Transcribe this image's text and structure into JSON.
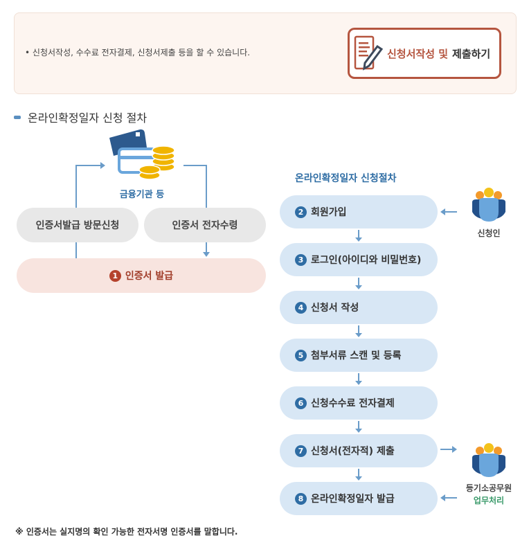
{
  "top": {
    "description": "신청서작성, 수수료 전자결제, 신청서제출 등을 할 수 있습니다.",
    "button_part1": "신청서작성 및",
    "button_part2": "제출하기"
  },
  "section_title": "온라인확정일자 신청 절차",
  "left": {
    "institution": "금융기관 등",
    "visit": "인증서발급 방문신청",
    "receive": "인증서 전자수령",
    "issue_num": "1",
    "issue": "인증서 발급"
  },
  "right": {
    "title": "온라인확정일자 신청절차",
    "steps": [
      {
        "num": "2",
        "label": "회원가입"
      },
      {
        "num": "3",
        "label": "로그인(아이디와 비밀번호)"
      },
      {
        "num": "4",
        "label": "신청서 작성"
      },
      {
        "num": "5",
        "label": "첨부서류 스캔 및 등록"
      },
      {
        "num": "6",
        "label": "신청수수료 전자결제"
      },
      {
        "num": "7",
        "label": "신청서(전자적) 제출"
      },
      {
        "num": "8",
        "label": "온라인확정일자 발급"
      }
    ],
    "applicant": "신청인",
    "official": "등기소공무원",
    "official_sub": "업무처리"
  },
  "footnote": "※ 인증서는 실지명의 확인 가능한 전자서명 인증서를 말합니다.",
  "colors": {
    "accent": "#b5553f",
    "step_bg": "#d8e7f5",
    "num": "#2f6da4",
    "sub": "#3a9a6a"
  }
}
